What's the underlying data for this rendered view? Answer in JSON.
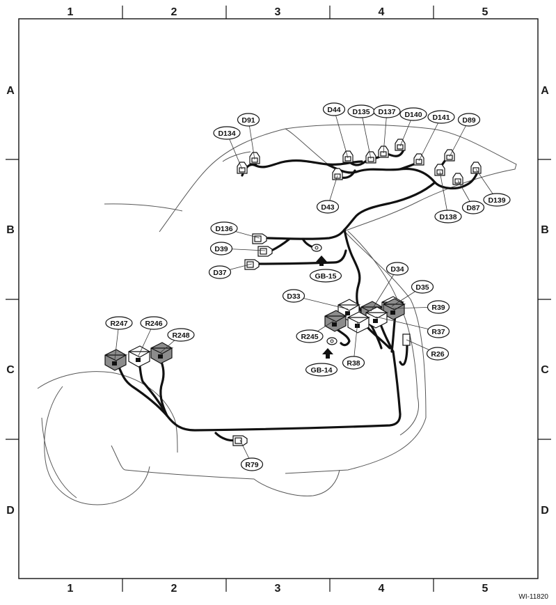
{
  "diagram": {
    "columns": [
      "1",
      "2",
      "3",
      "4",
      "5"
    ],
    "rows": [
      "A",
      "B",
      "C",
      "D"
    ],
    "doc_code": "WI-11820",
    "connectors": [
      {
        "id": "D134",
        "shade": "white"
      },
      {
        "id": "D91",
        "shade": "white"
      },
      {
        "id": "D44",
        "shade": "white"
      },
      {
        "id": "D135",
        "shade": "white"
      },
      {
        "id": "D137",
        "shade": "white"
      },
      {
        "id": "D140",
        "shade": "white"
      },
      {
        "id": "D141",
        "shade": "white"
      },
      {
        "id": "D89",
        "shade": "white"
      },
      {
        "id": "D43",
        "shade": "white"
      },
      {
        "id": "D139",
        "shade": "white"
      },
      {
        "id": "D87",
        "shade": "white"
      },
      {
        "id": "D138",
        "shade": "white"
      },
      {
        "id": "D136",
        "shade": "white"
      },
      {
        "id": "D39",
        "shade": "white"
      },
      {
        "id": "D37",
        "shade": "white"
      },
      {
        "id": "D34",
        "shade": "gray"
      },
      {
        "id": "D35",
        "shade": "white"
      },
      {
        "id": "D33",
        "shade": "white"
      },
      {
        "id": "R39",
        "shade": "gray"
      },
      {
        "id": "R37",
        "shade": "white"
      },
      {
        "id": "R26",
        "shade": "white"
      },
      {
        "id": "R38",
        "shade": "white"
      },
      {
        "id": "R245",
        "shade": "gray"
      },
      {
        "id": "R247",
        "shade": "gray"
      },
      {
        "id": "R246",
        "shade": "white"
      },
      {
        "id": "R248",
        "shade": "gray"
      },
      {
        "id": "R79",
        "shade": "white"
      }
    ],
    "grounds": [
      {
        "id": "GB-15"
      },
      {
        "id": "GB-14"
      }
    ],
    "colors": {
      "gray_connector": "#8c8c8c",
      "line": "#111111",
      "body_outline": "#555555"
    }
  }
}
